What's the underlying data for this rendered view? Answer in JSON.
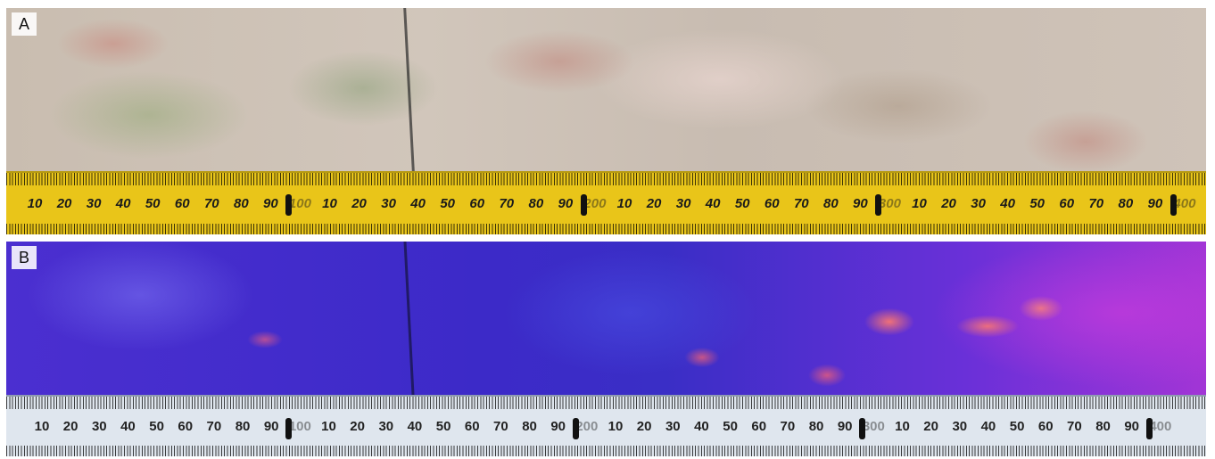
{
  "panels": [
    {
      "id": "A",
      "label": "A",
      "tape_labels": [
        "10",
        "20",
        "30",
        "40",
        "50",
        "60",
        "70",
        "80",
        "90",
        "100",
        "10",
        "20",
        "30",
        "40",
        "50",
        "60",
        "70",
        "80",
        "90",
        "200",
        "10",
        "20",
        "30",
        "40",
        "50",
        "60",
        "70",
        "80",
        "90",
        "300",
        "10",
        "20",
        "30",
        "40",
        "50",
        "60",
        "70",
        "80",
        "90",
        "400"
      ]
    },
    {
      "id": "B",
      "label": "B",
      "tape_labels": [
        "10",
        "20",
        "30",
        "40",
        "50",
        "60",
        "70",
        "80",
        "90",
        "100",
        "10",
        "20",
        "30",
        "40",
        "50",
        "60",
        "70",
        "80",
        "90",
        "200",
        "10",
        "20",
        "30",
        "40",
        "50",
        "60",
        "70",
        "80",
        "90",
        "300",
        "10",
        "20",
        "30",
        "40",
        "50",
        "60",
        "70",
        "80",
        "90",
        "400"
      ]
    }
  ],
  "colors": {
    "tape_a": "#e9c519",
    "tape_b": "#dfe6ee",
    "core_a": "#cdc1b6",
    "core_b": "#3c2ac8"
  }
}
